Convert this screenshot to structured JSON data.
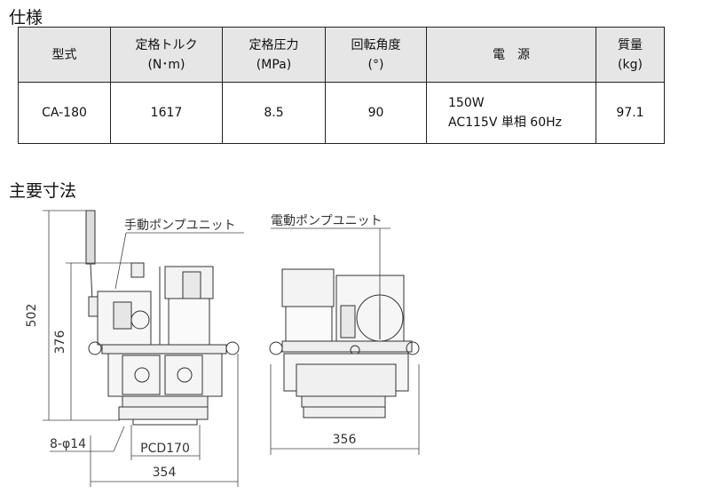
{
  "spec": {
    "heading": "仕様",
    "headers": [
      {
        "l1": "型式",
        "l2": ""
      },
      {
        "l1": "定格トルク",
        "l2": "(N･m)"
      },
      {
        "l1": "定格圧力",
        "l2": "(MPa)"
      },
      {
        "l1": "回転角度",
        "l2": "(°)"
      },
      {
        "l1": "電　源",
        "l2": ""
      },
      {
        "l1": "質量",
        "l2": "(kg)"
      }
    ],
    "row": {
      "model": "CA-180",
      "torque": "1617",
      "pressure": "8.5",
      "angle": "90",
      "power_l1": "150W",
      "power_l2": "AC115V 単相 60Hz",
      "mass": "97.1"
    }
  },
  "dims": {
    "heading": "主要寸法",
    "manual_label": "手動ポンプユニット",
    "electric_label": "電動ポンプユニット",
    "h_total": "502",
    "h_body": "376",
    "holes": "8-φ14",
    "pcd": "PCD170",
    "w_left": "354",
    "w_right": "356"
  }
}
